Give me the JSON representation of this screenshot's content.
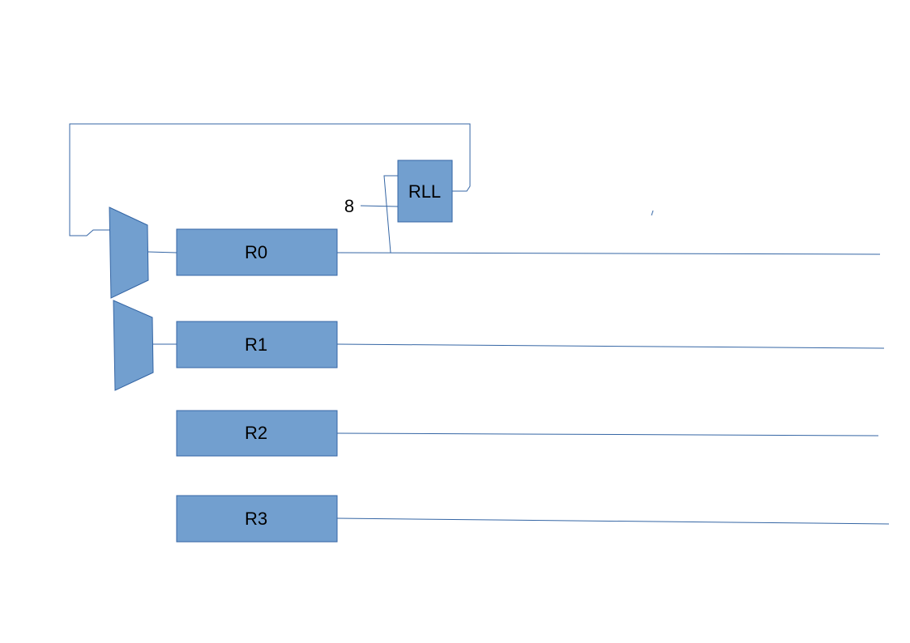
{
  "colors": {
    "block_fill": "#729fcf",
    "block_stroke": "#3465a4",
    "wire": "#3465a4",
    "text": "#000000"
  },
  "registers": {
    "r0": "R0",
    "r1": "R1",
    "r2": "R2",
    "r3": "R3"
  },
  "rll_block": {
    "label": "RLL",
    "shift_amount": "8"
  }
}
